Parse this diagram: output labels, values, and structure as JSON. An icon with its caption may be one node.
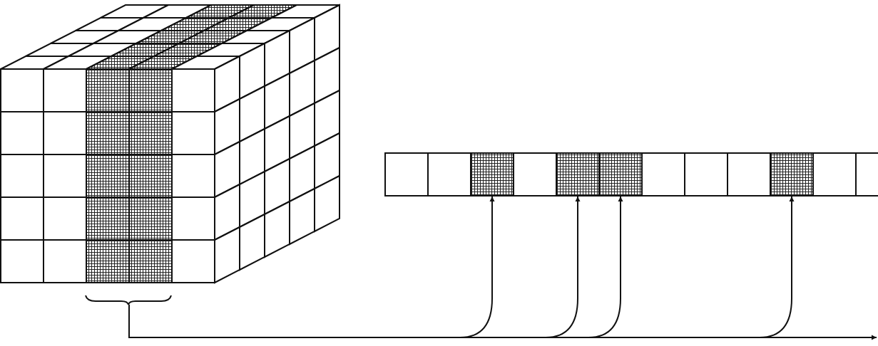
{
  "diagram": {
    "nodes": [
      {
        "text": [],
        "shape": "picture"
      },
      {
        "text": [],
        "shape": "box"
      },
      {
        "text": [],
        "shape": "box"
      },
      {
        "text": [],
        "shape": "box"
      },
      {
        "text": [],
        "shape": "box"
      },
      {
        "text": [],
        "shape": "box"
      },
      {
        "text": [],
        "shape": "box"
      },
      {
        "text": [],
        "shape": "box"
      },
      {
        "text": [],
        "shape": "box"
      },
      {
        "text": [],
        "shape": "box"
      },
      {
        "text": [],
        "shape": "box"
      },
      {
        "text": [],
        "shape": "box"
      },
      {
        "text": [],
        "shape": "box"
      }
    ],
    "edges": [
      {
        "from": 0,
        "to": 3,
        "arrow": "to"
      },
      {
        "from": 0,
        "to": 5,
        "arrow": "to"
      },
      {
        "from": 0,
        "to": 6,
        "arrow": "to"
      },
      {
        "from": 0,
        "to": 10,
        "arrow": "to"
      },
      {
        "from": 0,
        "to": null,
        "arrow": "to"
      }
    ]
  }
}
